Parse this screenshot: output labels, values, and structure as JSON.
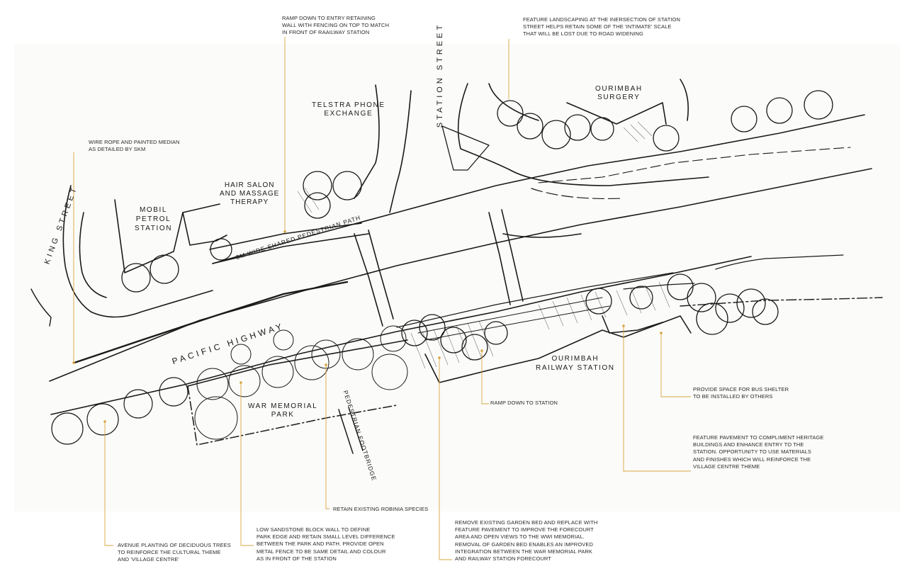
{
  "colors": {
    "line": "#1a1a1a",
    "leader": "#d9a441",
    "paper": "#fbfbf9"
  },
  "streets": {
    "station_street": "STATION STREET",
    "king_street": "KING STREET",
    "pacific_highway": "PACIFIC HIGHWAY"
  },
  "places": {
    "telstra": [
      "TELSTRA PHONE",
      "EXCHANGE"
    ],
    "surgery": [
      "OURIMBAH",
      "SURGERY"
    ],
    "hair_salon": [
      "HAIR SALON",
      "AND MASSAGE",
      "THERAPY"
    ],
    "mobil": [
      "MOBIL",
      "PETROL",
      "STATION"
    ],
    "war_memorial": [
      "WAR MEMORIAL",
      "PARK"
    ],
    "railway": [
      "OURIMBAH",
      "RAILWAY STATION"
    ],
    "footbridge": "PEDESTRIAN FOOTBRIDGE",
    "path": "3m WIDE SHARED PEDESTRIAN PATH"
  },
  "notes": {
    "ramp_entry": [
      "RAMP DOWN TO ENTRY RETAINING",
      "WALL WITH FENCING ON TOP TO MATCH",
      "IN FRONT OF RAAILWAY STATION"
    ],
    "feature_landscaping": [
      "FEATURE LANDSCAPING AT THE INERSECTION OF STATION",
      "STREET HELPS RETAIN SOME OF THE 'INTIMATE' SCALE",
      "THAT WILL BE LOST DUE TO ROAD WIDENING"
    ],
    "wire_rope": [
      "WIRE ROPE AND PAINTED MEDIAN",
      "AS DETAILED BY SKM"
    ],
    "ramp_station": [
      "RAMP DOWN TO STATION"
    ],
    "bus_shelter": [
      "PROVIDE SPACE FOR BUS SHELTER",
      "TO BE INSTALLED BY OTHERS"
    ],
    "feature_pavement": [
      "FEATURE PAVEMENT TO COMPLIMENT HERITAGE",
      "BUILDINGS AND ENHANCE ENTRY TO THE",
      "STATION. OPPORTUNITY TO USE MATERIALS",
      "AND FINISHES WHICH WILL REINFORCE THE",
      "VILLAGE CENTRE THEME"
    ],
    "robinia": [
      "RETAIN EXISTING ROBINIA SPECIES"
    ],
    "avenue": [
      "AVENUE PLANTING OF DECIDUOUS TREES",
      "TO REINFORCE THE CULTURAL THEME",
      "AND 'VILLAGE CENTRE'"
    ],
    "sandstone": [
      "LOW SANDSTONE BLOCK WALL TO DEFINE",
      "PARK EDGE AND RETAIN SMALL LEVEL DIFFERENCE",
      "BETWEEN THE PARK AND PATH. PROVIDE OPEN",
      "METAL FENCE TO BE SAME DETAIL AND COLOUR",
      "AS IN FRONT OF THE STATION"
    ],
    "garden_bed": [
      "REMOVE EXISTING GARDEN BED AND REPLACE WITH",
      "FEATURE PAVEMENT TO IMPROVE THE FORECOURT",
      "AREA AND OPEN VIEWS TO THE WWI MEMORIAL.",
      "REMOVAL OF GARDEN BED ENABLES AN IMPROVED",
      "INTEGRATION BETWEEN THE WAR MEMORIAL PARK",
      "AND RAILWAY STATION FORECOURT"
    ]
  }
}
